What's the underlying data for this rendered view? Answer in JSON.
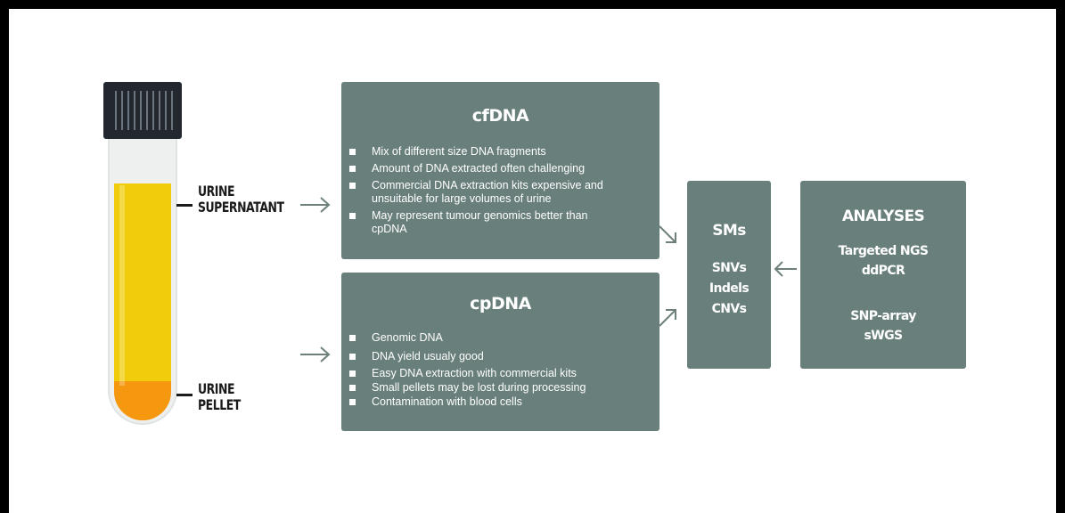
{
  "tube": {
    "supernatant_label": [
      "URINE",
      "SUPERNATANT"
    ],
    "pellet_label": [
      "URINE",
      "PELLET"
    ]
  },
  "cfdna": {
    "title": "cfDNA",
    "bullets": [
      "Mix of different size DNA fragments",
      "Amount of DNA extracted often challenging",
      "Commercial DNA extraction kits expensive and unsuitable for large volumes of urine",
      "May represent tumour genomics better than cpDNA"
    ]
  },
  "cpdna": {
    "title": "cpDNA",
    "bullets": [
      "Genomic DNA",
      "DNA yield usualy good",
      "Easy DNA extraction with commercial kits",
      "Small pellets may be lost during processing",
      "Contamination with blood cells"
    ]
  },
  "variants": {
    "header": "SMs",
    "items": [
      "SNVs",
      "Indels",
      "CNVs"
    ]
  },
  "analyses": {
    "title": "ANALYSES",
    "group1": [
      "Targeted NGS",
      "ddPCR"
    ],
    "group2": [
      "SNP-array",
      "sWGS"
    ]
  },
  "colors": {
    "box": "#687f7b",
    "supernatant": "#f0cc0c",
    "pellet": "#f6980f",
    "cap": "#23282f",
    "arrow": "#6e807c"
  }
}
